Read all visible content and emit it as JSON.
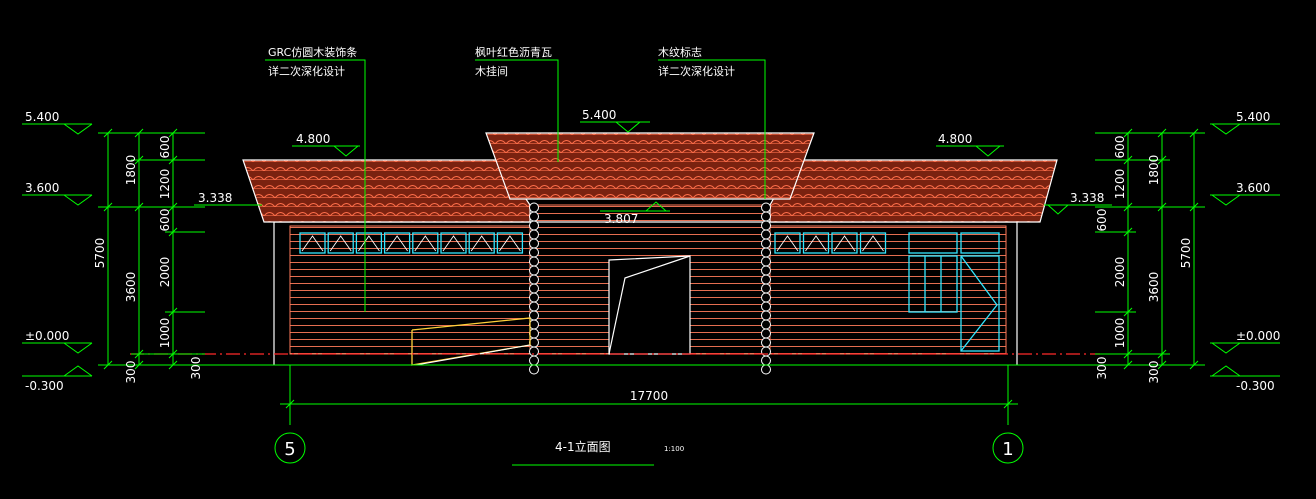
{
  "drawing": {
    "title": "4-1立面图",
    "scale": "1:100",
    "overall_dimension": "17700",
    "axis_left": "5",
    "axis_right": "1"
  },
  "callouts": [
    {
      "line1": "GRC仿圆木装饰条",
      "line2": "详二次深化设计"
    },
    {
      "line1": "枫叶红色沥青瓦",
      "line2": "木挂间"
    },
    {
      "line1": "木纹标志",
      "line2": "详二次深化设计"
    }
  ],
  "elevations": {
    "ridge_left": "5.400",
    "ridge_right": "5.400",
    "ridge_center": "5.400",
    "eave_left": "4.800",
    "eave_right": "4.800",
    "mid_left": "3.600",
    "mid_right": "3.600",
    "side_left": "3.338",
    "side_right": "3.338",
    "center_low": "3.807",
    "ground_left": "±0.000",
    "ground_right": "±0.000",
    "base_left": "-0.300",
    "base_right": "-0.300"
  },
  "left_dims": {
    "total": "5700",
    "upper": "1800",
    "lower": "3600",
    "base": "300",
    "roof_a": "600",
    "roof_b": "1200",
    "wall_a": "600",
    "wall_b": "2000",
    "wall_c": "1000",
    "wall_base": "300"
  },
  "right_dims": {
    "total": "5700",
    "upper": "1800",
    "lower": "3600",
    "base": "300",
    "roof_a": "600",
    "roof_b": "1200",
    "wall_a": "600",
    "wall_b": "2000",
    "wall_c": "1000",
    "wall_base": "300"
  },
  "colors": {
    "background": "#000000",
    "dimension": "#00ff00",
    "text": "#ffffff",
    "wall_lines": "#ff7a5a",
    "roof_fill": "#7a2210",
    "roof_tile": "#ff6e4a",
    "window": "#33e6ff",
    "ground": "#ff2a2a",
    "door_yellow": "#ffd23a"
  }
}
